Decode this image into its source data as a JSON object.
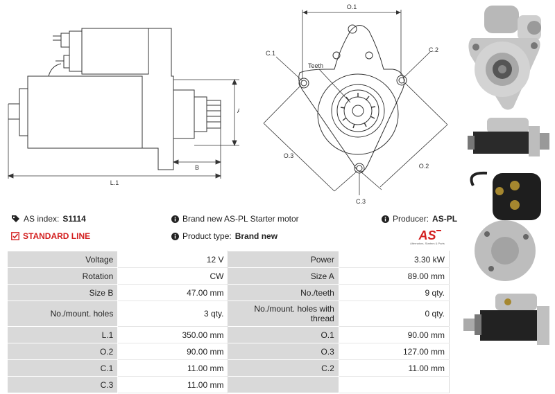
{
  "diagram_labels": {
    "A": "A",
    "B": "B",
    "L1": "L.1",
    "O1": "O.1",
    "O2": "O.2",
    "O3": "O.3",
    "C1": "C.1",
    "C2": "C.2",
    "C3": "C.3",
    "teeth": "Teeth"
  },
  "info": {
    "as_index_label": "AS index:",
    "as_index_value": "S1114",
    "description": "Brand new AS-PL Starter motor",
    "producer_label": "Producer:",
    "producer_value": "AS-PL",
    "standard_line": "STANDARD LINE",
    "product_type_label": "Product type:",
    "product_type_value": "Brand new"
  },
  "logo": {
    "text": "AS",
    "subtitle": "Alternators, Starters & Parts",
    "color": "#d32020"
  },
  "specs": [
    [
      "Voltage",
      "12 V",
      "Power",
      "3.30 kW"
    ],
    [
      "Rotation",
      "CW",
      "Size A",
      "89.00 mm"
    ],
    [
      "Size B",
      "47.00 mm",
      "No./teeth",
      "9 qty."
    ],
    [
      "No./mount. holes",
      "3 qty.",
      "No./mount. holes with thread",
      "0 qty."
    ],
    [
      "L.1",
      "350.00 mm",
      "O.1",
      "90.00 mm"
    ],
    [
      "O.2",
      "90.00 mm",
      "O.3",
      "127.00 mm"
    ],
    [
      "C.1",
      "11.00 mm",
      "C.2",
      "11.00 mm"
    ],
    [
      "C.3",
      "11.00 mm",
      "",
      ""
    ]
  ],
  "colors": {
    "table_label_bg": "#d9d9d9",
    "accent": "#d32020"
  }
}
